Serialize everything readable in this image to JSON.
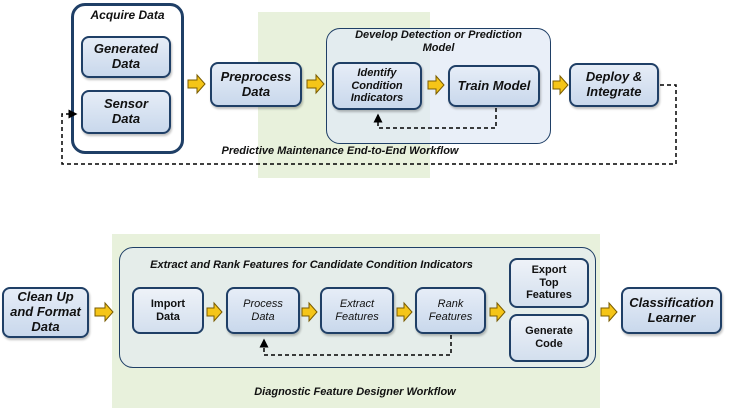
{
  "top_workflow": {
    "title": "Predictive Maintenance End-to-End Workflow",
    "acquire_group_label": "Acquire Data",
    "generated_data": "Generated\nData",
    "sensor_data": "Sensor\nData",
    "preprocess_data": "Preprocess\nData",
    "develop_group_label": "Develop Detection or Prediction\nModel",
    "identify_condition_indicators": "Identify\nCondition\nIndicators",
    "train_model": "Train Model",
    "deploy_integrate": "Deploy &\nIntegrate"
  },
  "bottom_workflow": {
    "title": "Diagnostic Feature Designer Workflow",
    "clean_up_format": "Clean Up\nand Format\nData",
    "extract_group_label": "Extract and Rank Features for Candidate Condition Indicators",
    "import_data": "Import\nData",
    "process_data": "Process\nData",
    "extract_features": "Extract\nFeatures",
    "rank_features": "Rank\nFeatures",
    "export_top_features": "Export\nTop\nFeatures",
    "generate_code": "Generate\nCode",
    "classification_learner": "Classification\nLearner"
  },
  "colors": {
    "box_border": "#1f3f66",
    "group_background": "#e8f1dc",
    "arrow_fill": "#f5c518",
    "connector": "#000000"
  }
}
